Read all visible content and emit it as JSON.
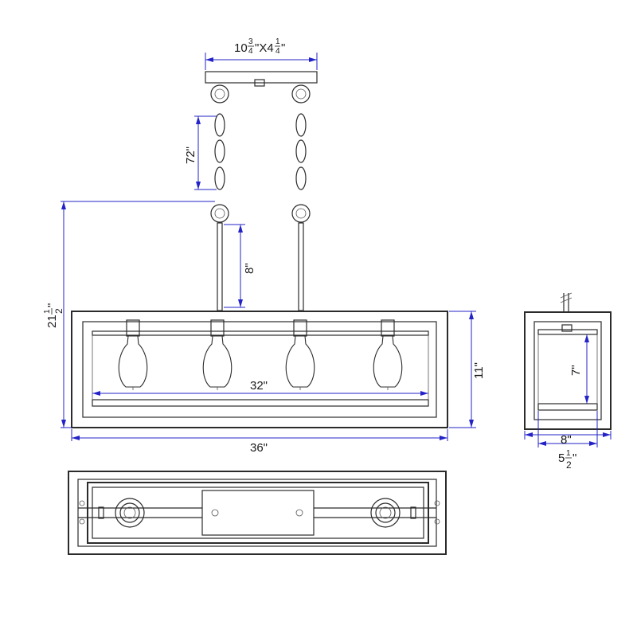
{
  "dimensions": {
    "canopy": {
      "whole": "10",
      "frac1_num": "3",
      "frac1_den": "4",
      "mid": "\"X4",
      "frac2_num": "1",
      "frac2_den": "4",
      "tail": "\""
    },
    "chain": "72\"",
    "rod": "8\"",
    "overall_height": {
      "whole": "21",
      "num": "1",
      "den": "2",
      "tail": "\""
    },
    "inner_width": "32\"",
    "outer_width": "36\"",
    "frame_height": "11\"",
    "side_inner_height": "7\"",
    "side_width": "8\"",
    "side_inner_width": {
      "whole": "5",
      "num": "1",
      "den": "2",
      "tail": "\""
    }
  },
  "colors": {
    "line": "#2b2b2b",
    "dimension": "#2323c8"
  }
}
